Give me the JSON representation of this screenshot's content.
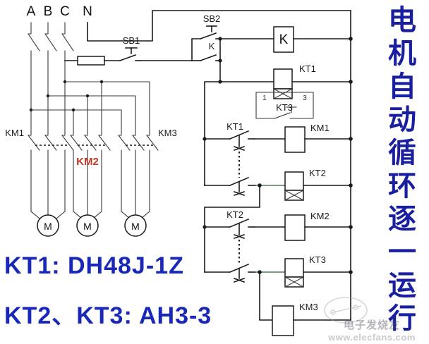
{
  "diagram": {
    "type": "electrical-schematic",
    "title_vertical": "电机自动循环逐一运行",
    "title_vertical_chars": [
      "电",
      "机",
      "自",
      "动",
      "循",
      "环",
      "逐",
      "一",
      "运",
      "行"
    ],
    "power_supply": {
      "phase_labels": [
        "A",
        "B",
        "C"
      ],
      "neutral_label": "N"
    },
    "power_circuit": {
      "contactors": [
        {
          "name": "KM1",
          "poles": 3,
          "color": "#1a1a1a"
        },
        {
          "name": "KM2",
          "poles": 3,
          "color": "#c0392b"
        },
        {
          "name": "KM3",
          "poles": 3,
          "color": "#1a1a1a"
        }
      ],
      "motors": [
        {
          "label": "M"
        },
        {
          "label": "M"
        },
        {
          "label": "M"
        }
      ]
    },
    "control_circuit": {
      "stop_button": "SB1",
      "start_button": "SB2",
      "holding_contact": "K",
      "relay_coil": "K",
      "timer_kt1_coil": "KT1",
      "timer_kt1_terminals": [
        "1",
        "3"
      ],
      "timer_kt3_contact": "KT3",
      "rungs": [
        {
          "contact": "KT1",
          "coil": "KM1"
        },
        {
          "contact": "KT1",
          "coil": "KT2"
        },
        {
          "contact": "KT2",
          "coil": "KM2"
        },
        {
          "contact": "KT2",
          "coil": "KT3"
        },
        {
          "contact": "",
          "coil": "KM3"
        }
      ]
    },
    "notes": [
      "KT1: DH48J-1Z",
      "KT2、KT3: AH3-3"
    ],
    "watermark": {
      "cn": "电子发烧友",
      "url": "www.elecfans.com"
    },
    "colors": {
      "title": "#1a1fa0",
      "note": "#1a28b8",
      "km2_label": "#c0392b",
      "wire": "#1a1a1a"
    }
  }
}
